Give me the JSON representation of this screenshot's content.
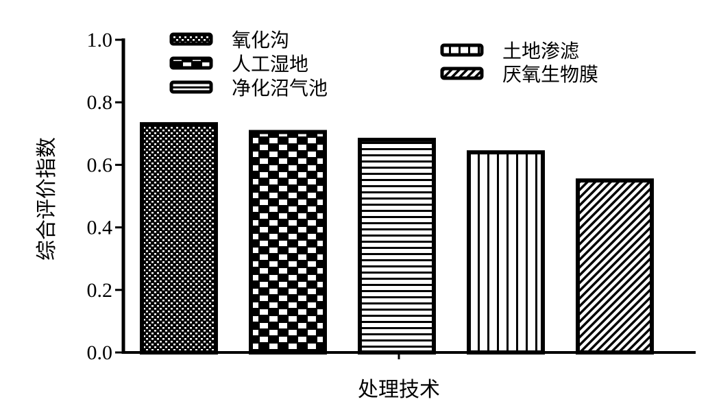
{
  "chart_data": {
    "type": "bar",
    "title": "",
    "xlabel": "处理技术",
    "ylabel": "综合评价指数",
    "ylim": [
      0,
      1.0
    ],
    "yticks": [
      "0.0",
      "0.2",
      "0.4",
      "0.6",
      "0.8",
      "1.0"
    ],
    "grid": false,
    "legend_position": "top",
    "categories": [
      "氧化沟",
      "人工湿地",
      "净化沼气池",
      "土地渗滤",
      "厌氧生物膜"
    ],
    "values": [
      0.73,
      0.705,
      0.68,
      0.64,
      0.55
    ],
    "patterns": [
      "fine-checker",
      "checker",
      "horizontal-lines",
      "vertical-lines",
      "diagonal-hatch"
    ],
    "colors": {
      "stroke": "#000000",
      "fill": "#ffffff"
    }
  }
}
